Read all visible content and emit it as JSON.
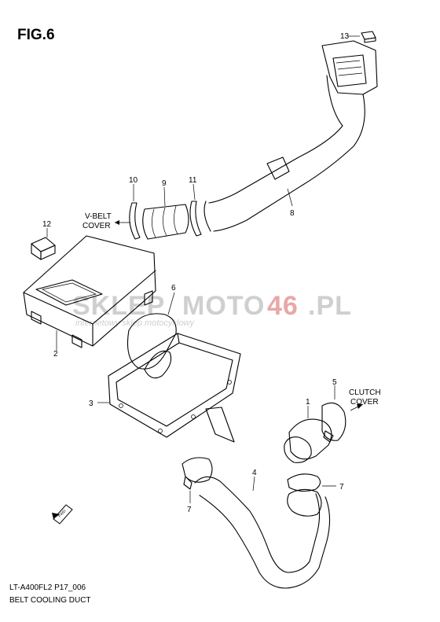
{
  "figure": {
    "title": "FIG.6"
  },
  "labels": {
    "vbelt_line1": "V-BELT",
    "vbelt_line2": "COVER",
    "clutch_line1": "CLUTCH",
    "clutch_line2": "COVER"
  },
  "callouts": {
    "c1": "1",
    "c2": "2",
    "c3": "3",
    "c4": "4",
    "c5": "5",
    "c6": "6",
    "c7a": "7",
    "c7b": "7",
    "c8": "8",
    "c9": "9",
    "c10": "10",
    "c11": "11",
    "c12": "12",
    "c13": "13"
  },
  "footer": {
    "code": "LT-A400FL2 P17_006",
    "title": "BELT COOLING DUCT"
  },
  "watermark": {
    "part_a": "SKLEP",
    "part_b": "MOTO",
    "part_c": "46",
    "part_d": ".PL",
    "tagline": "internetowy sklep motocyklowy",
    "colors": {
      "grey": "#c9c9c9",
      "red": "#e8a7a7"
    }
  },
  "icons": {
    "front_arrow": "fwd-arrow-icon"
  }
}
